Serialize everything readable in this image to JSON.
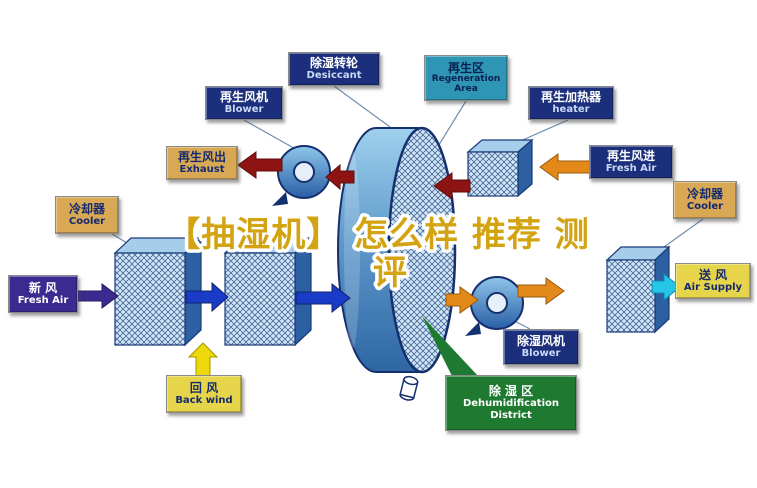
{
  "watermark": {
    "line1": "【抽湿机】 怎么样 推荐 测",
    "line2": "评"
  },
  "labels": {
    "desiccant": {
      "zh": "除湿转轮",
      "en": "Desiccant"
    },
    "regen_area": {
      "zh": "再生区",
      "en": "Regeneration Area"
    },
    "regen_blower": {
      "zh": "再生风机",
      "en": "Blower"
    },
    "regen_heater": {
      "zh": "再生加热器",
      "en": "heater"
    },
    "exhaust": {
      "zh": "再生风出",
      "en": "Exhaust"
    },
    "regen_fresh_air": {
      "zh": "再生风进",
      "en": "Fresh Air"
    },
    "cooler_left": {
      "zh": "冷却器",
      "en": "Cooler"
    },
    "cooler_right": {
      "zh": "冷却器",
      "en": "Cooler"
    },
    "fresh_air": {
      "zh": "新 风",
      "en": "Fresh Air"
    },
    "air_supply": {
      "zh": "送 风",
      "en": "Air Supply"
    },
    "back_wind": {
      "zh": "回 风",
      "en": "Back wind"
    },
    "dehum_blower": {
      "zh": "除湿风机",
      "en": "Blower"
    },
    "dehum_district": {
      "zh": "除 湿 区",
      "en": "Dehumidification",
      "en2": "District"
    }
  },
  "colors": {
    "regen_air_arrow": "#8e1414",
    "process_air_arrow": "#1a3ac8",
    "hot_air_arrow": "#e2891a",
    "supply_arrow": "#25c6e8",
    "return_air_arrow": "#edd80c",
    "fresh_air_arrow": "#3b2b90",
    "rotor_blue": "#5a95c8",
    "dehum_zone_green": "#1e7a30"
  }
}
